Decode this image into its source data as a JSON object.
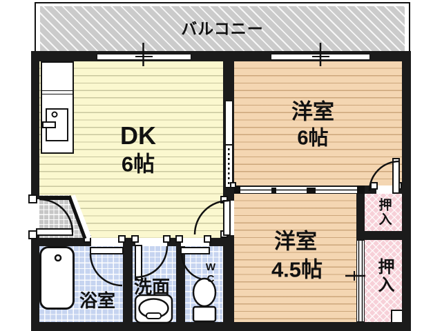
{
  "balcony": {
    "label": "バルコニー"
  },
  "rooms": {
    "dk": {
      "name": "DK",
      "size": "6帖"
    },
    "western6": {
      "name": "洋室",
      "size": "6帖"
    },
    "western45": {
      "name": "洋室",
      "size": "4.5帖"
    },
    "closet_upper": {
      "label": "押入"
    },
    "closet_lower": {
      "label": "押入"
    },
    "bath": {
      "label": "浴室"
    },
    "washroom": {
      "label": "洗面"
    },
    "toilet": {
      "label": "WC"
    }
  },
  "palette": {
    "wall": "#1b1b1b",
    "balcony_gray": "#cbcbcb",
    "dk_floor_yellow": "#fbf8cf",
    "western_room_tan": "#f4d6b2",
    "closet_pink": "#f7d0d8",
    "wet_area_blue": "#c6d4f0",
    "entrance_gray": "#c7c7c7"
  }
}
